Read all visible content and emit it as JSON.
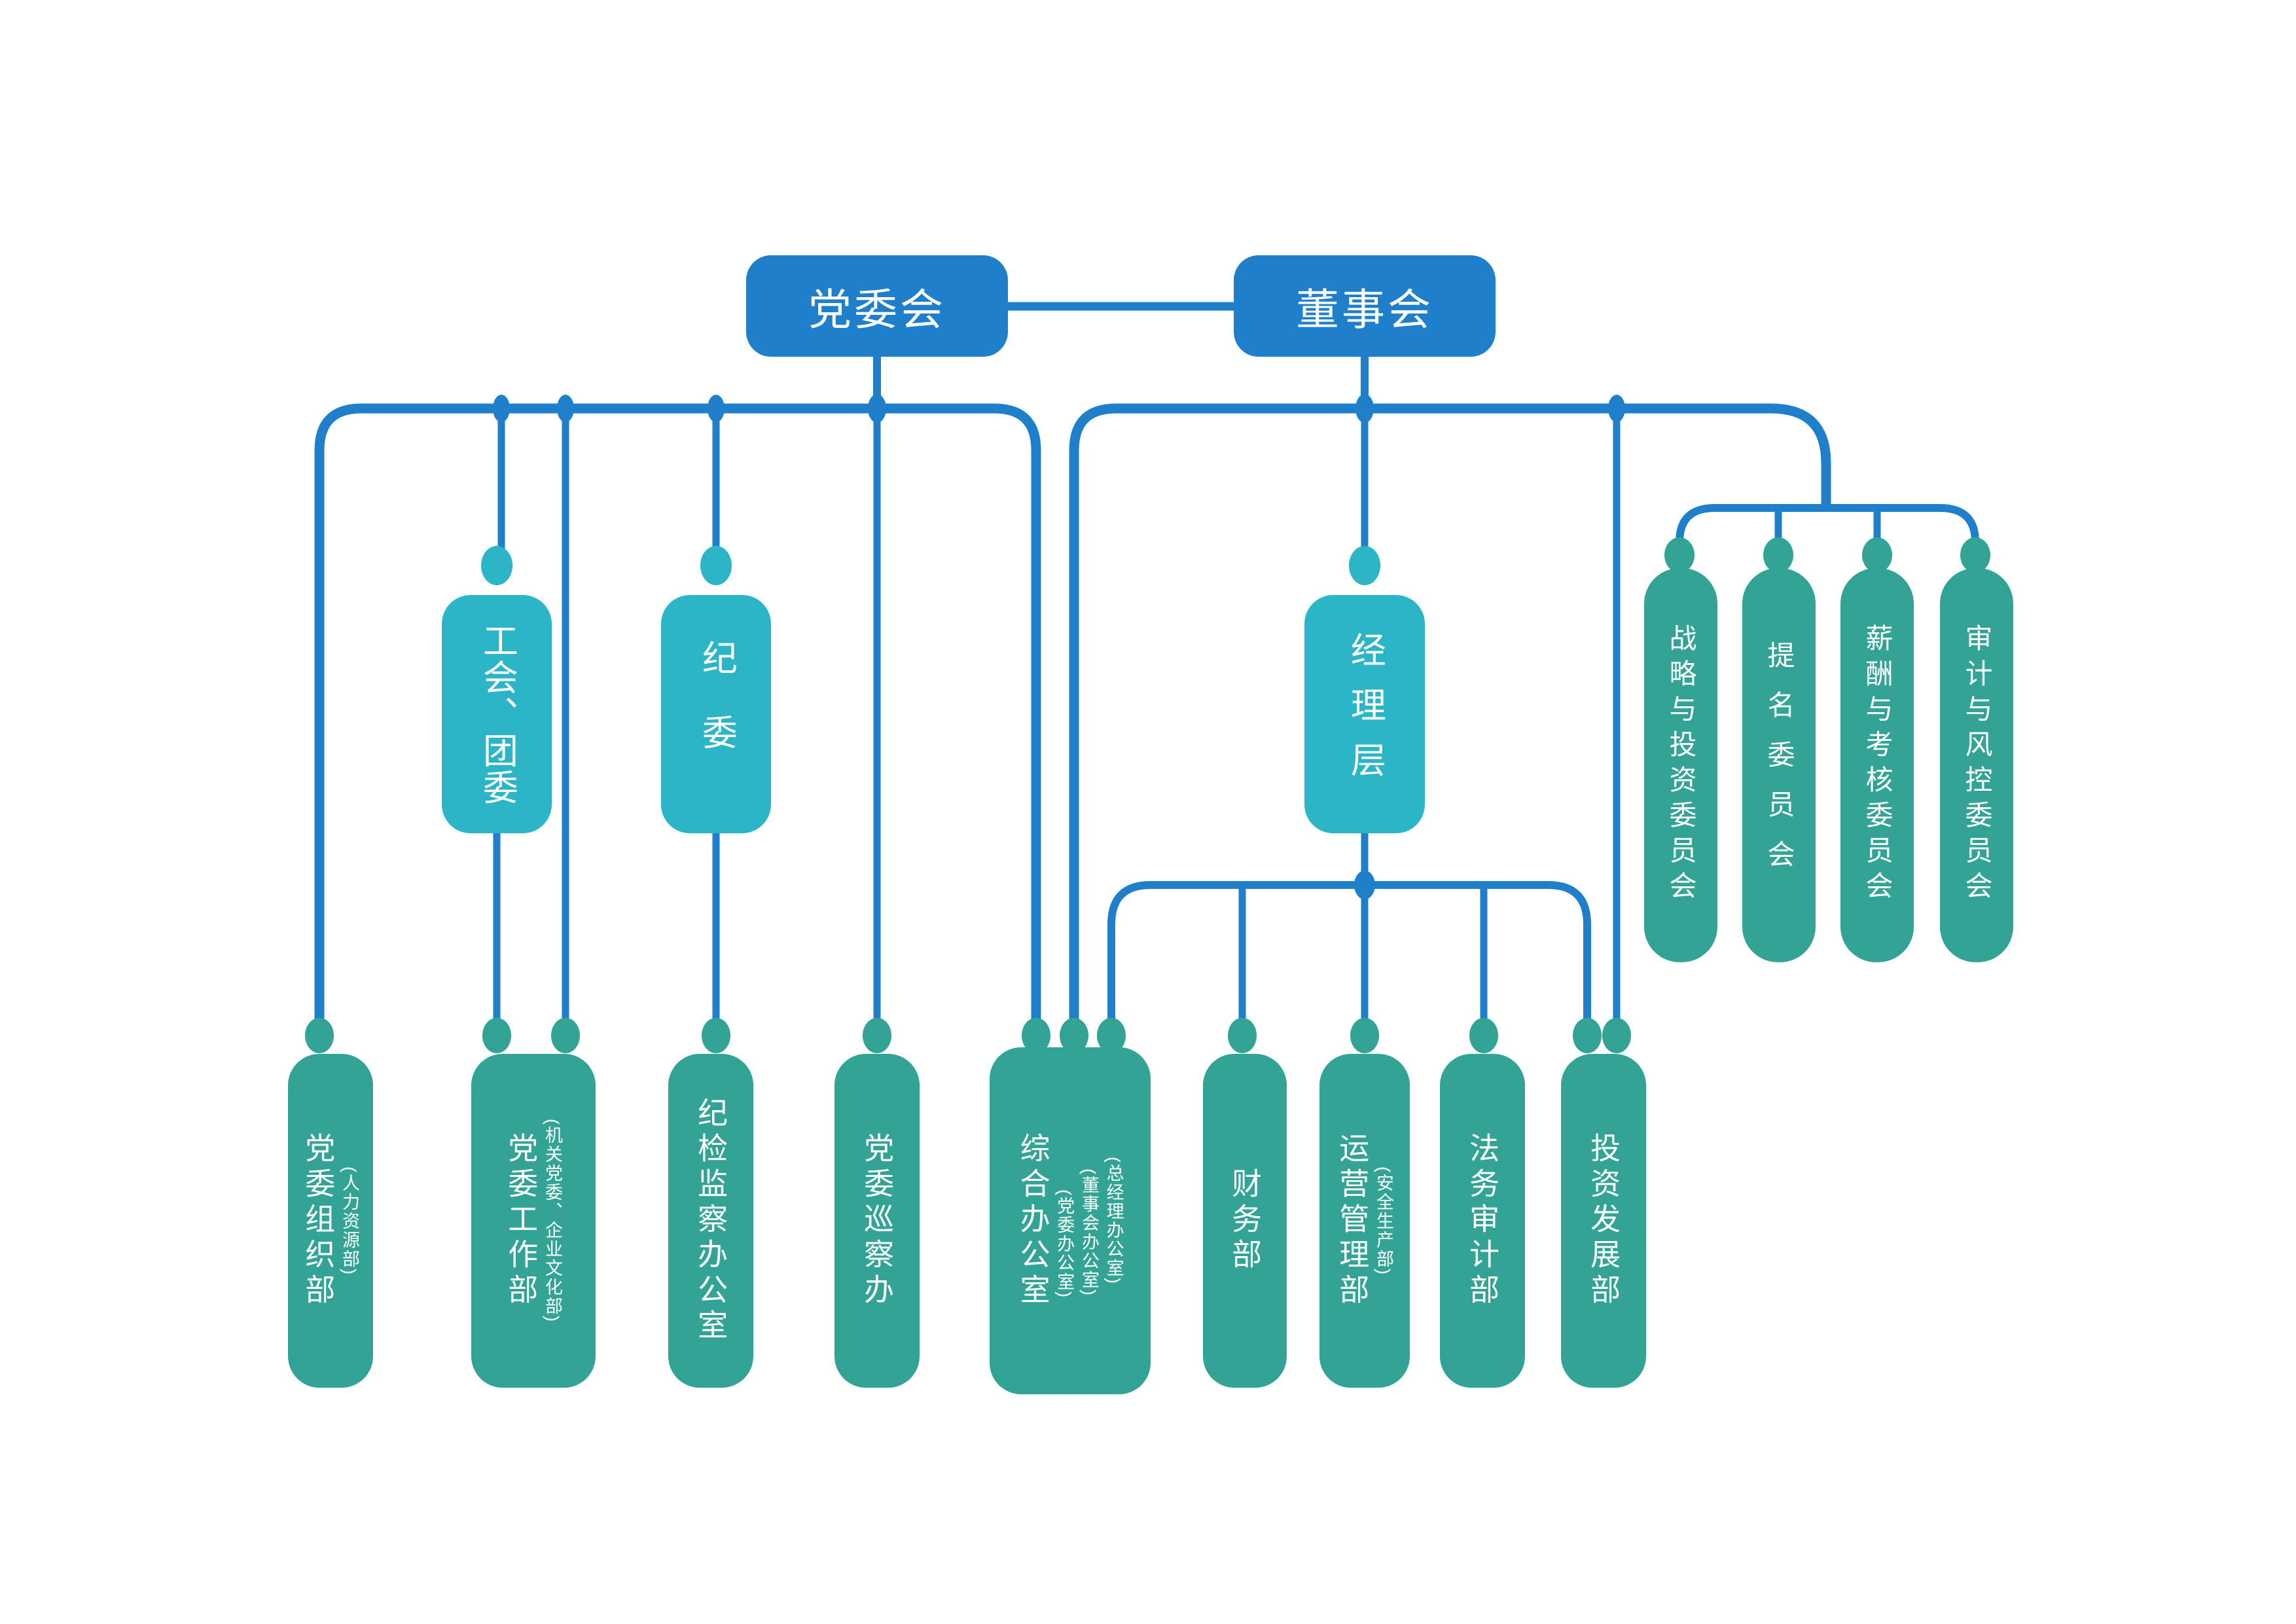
{
  "palette": {
    "blue": "#1f7fca",
    "teal_light": "#2cb5c7",
    "teal_dark": "#32a395",
    "text": "#ffffff",
    "background": "#ffffff"
  },
  "top": {
    "party_committee": "党委会",
    "board": "董事会"
  },
  "level2": {
    "union_youth_league": "工会、团委",
    "discipline_committee": "纪委",
    "management_team": "经理层"
  },
  "committees": [
    {
      "label": "战略与投资委员会"
    },
    {
      "label": "提名委员会"
    },
    {
      "label": "薪酬与考核委员会"
    },
    {
      "label": "审计与风控委员会"
    }
  ],
  "departments": [
    {
      "label": "党委组织部",
      "subs": [
        "(人力资源部)"
      ]
    },
    {
      "label": "党委工作部",
      "subs": [
        "(机关党委、企业文化部)"
      ]
    },
    {
      "label": "纪检监察办公室",
      "subs": []
    },
    {
      "label": "党委巡察办",
      "subs": []
    },
    {
      "label": "综合办公室",
      "subs": [
        "(党委办公室)",
        "(董事会办公室)",
        "(总经理办公室)"
      ]
    },
    {
      "label": "财务部",
      "subs": []
    },
    {
      "label": "运营管理部",
      "subs": [
        "(安全生产部)"
      ]
    },
    {
      "label": "法务审计部",
      "subs": []
    },
    {
      "label": "投资发展部",
      "subs": []
    }
  ],
  "relations": [
    {
      "from": "党委会",
      "to": "董事会"
    },
    {
      "from": "党委会",
      "to": "工会、团委"
    },
    {
      "from": "党委会",
      "to": "纪委"
    },
    {
      "from": "党委会",
      "to": "党委组织部"
    },
    {
      "from": "党委会",
      "to": "党委工作部"
    },
    {
      "from": "党委会",
      "to": "党委巡察办"
    },
    {
      "from": "党委会",
      "to": "综合办公室"
    },
    {
      "from": "工会、团委",
      "to": "党委工作部"
    },
    {
      "from": "纪委",
      "to": "纪检监察办公室"
    },
    {
      "from": "董事会",
      "to": "经理层"
    },
    {
      "from": "董事会",
      "to": "综合办公室"
    },
    {
      "from": "董事会",
      "to": "投资发展部"
    },
    {
      "from": "董事会",
      "to": "战略与投资委员会"
    },
    {
      "from": "董事会",
      "to": "提名委员会"
    },
    {
      "from": "董事会",
      "to": "薪酬与考核委员会"
    },
    {
      "from": "董事会",
      "to": "审计与风控委员会"
    },
    {
      "from": "经理层",
      "to": "综合办公室"
    },
    {
      "from": "经理层",
      "to": "财务部"
    },
    {
      "from": "经理层",
      "to": "运营管理部"
    },
    {
      "from": "经理层",
      "to": "法务审计部"
    },
    {
      "from": "经理层",
      "to": "投资发展部"
    }
  ]
}
